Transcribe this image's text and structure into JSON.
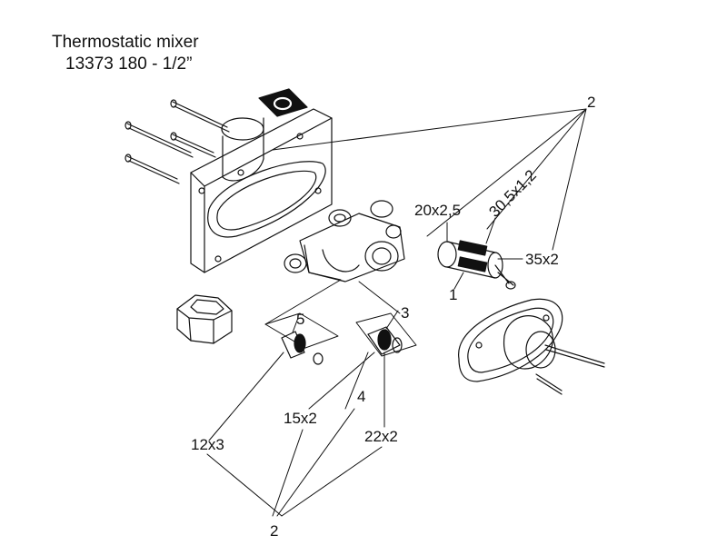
{
  "header": {
    "title": "Thermostatic mixer",
    "subtitle": "13373 180 - 1/2”"
  },
  "callouts": {
    "top_2": "2",
    "o_ring_20": "20x2,5",
    "o_ring_30": "30,5x1,2",
    "o_ring_35": "35x2",
    "cartridge_1": "1",
    "part_5": "5",
    "part_3": "3",
    "part_4": "4",
    "o_ring_12": "12x3",
    "o_ring_15": "15x2",
    "o_ring_22": "22x2",
    "bottom_2": "2"
  }
}
